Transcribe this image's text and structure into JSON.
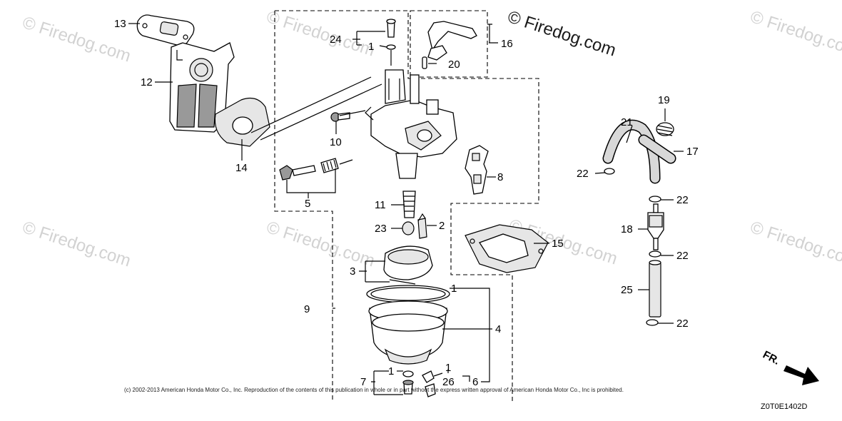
{
  "watermark": {
    "main": "© Firedog.com",
    "faint": "© Firedog.com"
  },
  "callouts": {
    "c1a": "1",
    "c1b": "1",
    "c1c": "1",
    "c1d": "1",
    "c2": "2",
    "c3": "3",
    "c4": "4",
    "c5": "5",
    "c6": "6",
    "c7": "7",
    "c8": "8",
    "c9": "9",
    "c10": "10",
    "c11": "11",
    "c12": "12",
    "c13": "13",
    "c14": "14",
    "c15": "15",
    "c16": "16",
    "c17": "17",
    "c18": "18",
    "c19": "19",
    "c20": "20",
    "c21": "21",
    "c22a": "22",
    "c22b": "22",
    "c22c": "22",
    "c22d": "22",
    "c23": "23",
    "c24": "24",
    "c25": "25",
    "c26": "26"
  },
  "direction_label": "FR.",
  "copyright": "(c) 2002-2013 American Honda Motor Co., Inc. Reproduction of the contents of this publication in whole or in part without the express written approval of American Honda Motor Co., Inc is prohibited.",
  "diagram_code": "Z0T0E1402D"
}
